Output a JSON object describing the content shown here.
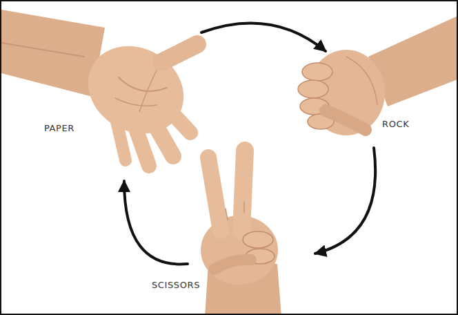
{
  "diagram": {
    "nodes": [
      {
        "text": [
          "PAPER"
        ]
      },
      {
        "text": [
          "ROCK"
        ]
      },
      {
        "text": [
          "SCISSORS"
        ]
      }
    ],
    "edges": [
      {
        "from": 0,
        "to": 1,
        "arrow": "to"
      },
      {
        "from": 1,
        "to": 2,
        "arrow": "to"
      },
      {
        "from": 2,
        "to": 0,
        "arrow": "to"
      }
    ]
  }
}
